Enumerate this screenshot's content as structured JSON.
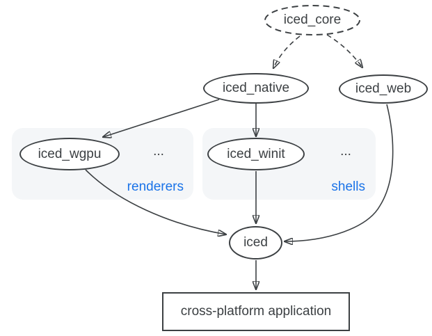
{
  "diagram": {
    "nodes": {
      "iced_core": {
        "label": "iced_core",
        "shape": "ellipse",
        "outline": "dashed"
      },
      "iced_native": {
        "label": "iced_native",
        "shape": "ellipse",
        "outline": "solid"
      },
      "iced_web": {
        "label": "iced_web",
        "shape": "ellipse",
        "outline": "solid"
      },
      "iced_wgpu": {
        "label": "iced_wgpu",
        "shape": "ellipse",
        "outline": "solid"
      },
      "iced_winit": {
        "label": "iced_winit",
        "shape": "ellipse",
        "outline": "solid"
      },
      "iced": {
        "label": "iced",
        "shape": "ellipse",
        "outline": "solid"
      },
      "application": {
        "label": "cross-platform application",
        "shape": "rectangle",
        "outline": "solid"
      }
    },
    "groups": {
      "renderers": {
        "label": "renderers",
        "more": "...",
        "contains": [
          "iced_wgpu"
        ]
      },
      "shells": {
        "label": "shells",
        "more": "...",
        "contains": [
          "iced_winit"
        ]
      }
    },
    "edges": [
      {
        "from": "iced_core",
        "to": "iced_native",
        "style": "dashed"
      },
      {
        "from": "iced_core",
        "to": "iced_web",
        "style": "dashed"
      },
      {
        "from": "iced_native",
        "to": "iced_wgpu",
        "style": "solid"
      },
      {
        "from": "iced_native",
        "to": "iced_winit",
        "style": "solid"
      },
      {
        "from": "iced_winit",
        "to": "iced",
        "style": "solid"
      },
      {
        "from": "iced_wgpu",
        "to": "iced",
        "style": "solid"
      },
      {
        "from": "iced_web",
        "to": "iced",
        "style": "solid"
      },
      {
        "from": "iced",
        "to": "application",
        "style": "solid"
      }
    ],
    "colors": {
      "stroke": "#3c4043",
      "text": "#3c4043",
      "group_fill": "#f4f6f8",
      "group_label": "#1a73e8",
      "background": "#ffffff"
    }
  }
}
